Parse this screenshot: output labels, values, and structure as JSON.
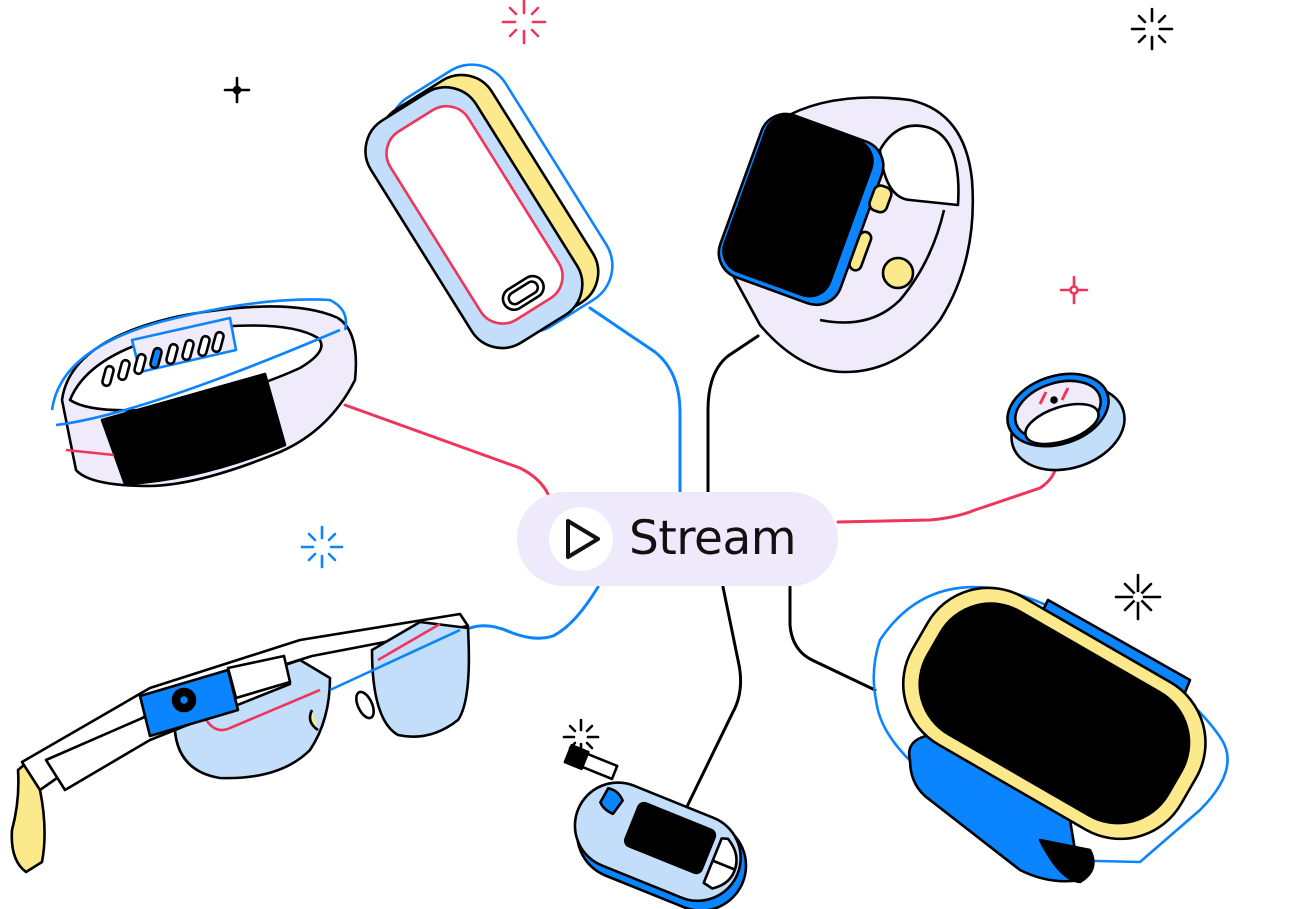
{
  "hub": {
    "label": "Stream",
    "icon": "play-icon"
  },
  "devices": [
    "fitness-band",
    "clip-tracker",
    "smartwatch",
    "smart-ring",
    "smart-glasses",
    "glucose-meter",
    "arm-monitor"
  ],
  "colors": {
    "hub_background": "#eee9fb",
    "blue": "#0a84ff",
    "red": "#f0355a",
    "yellow": "#fbe98b",
    "light_blue": "#c2defa",
    "lavender": "#f0ebfb",
    "ink": "#000000"
  }
}
